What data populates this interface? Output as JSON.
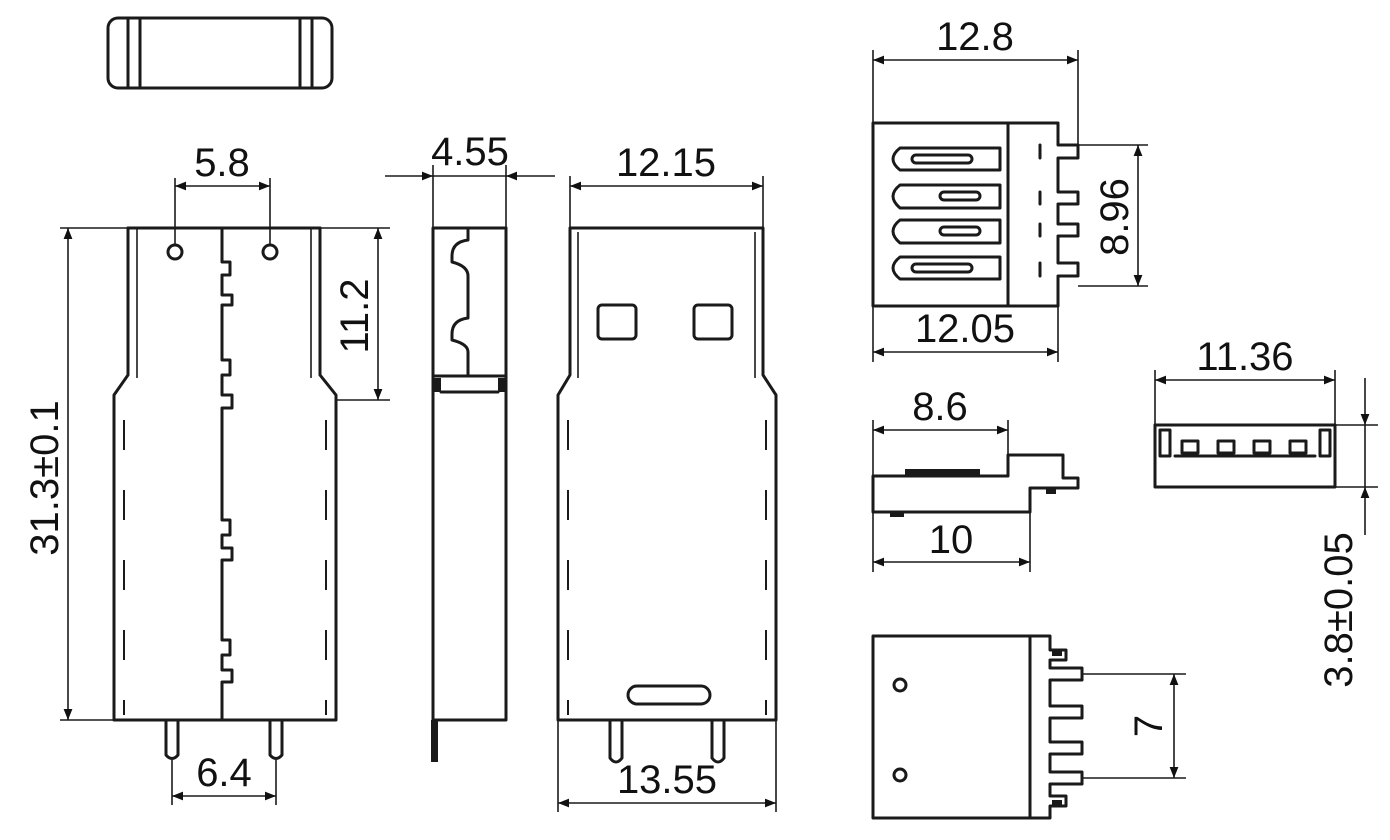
{
  "dimensions": {
    "top_slot_width": "5.8",
    "total_length": "31.3±0.1",
    "inner_depth": "11.2",
    "pin_spacing_front": "6.4",
    "side_width": "4.55",
    "shell_width": "12.15",
    "base_width": "13.55",
    "end_overall": "12.8",
    "end_contact_span": "8.96",
    "end_inner": "12.05",
    "profile_upper": "8.6",
    "profile_lower": "10",
    "bottom_width": "11.36",
    "bottom_height": "3.8±0.05",
    "pin_pitch": "7"
  }
}
